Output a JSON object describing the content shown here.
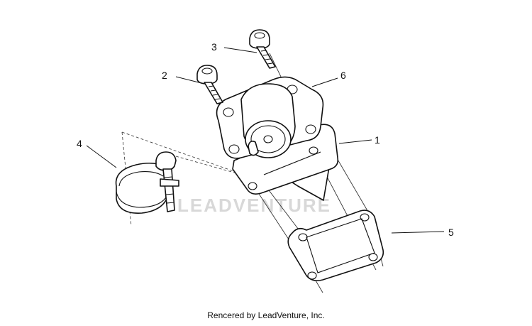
{
  "callouts": [
    "1",
    "2",
    "3",
    "4",
    "5",
    "6"
  ],
  "watermark": "LEADVENTURE",
  "footer": "Rencered by LeadVenture, Inc."
}
